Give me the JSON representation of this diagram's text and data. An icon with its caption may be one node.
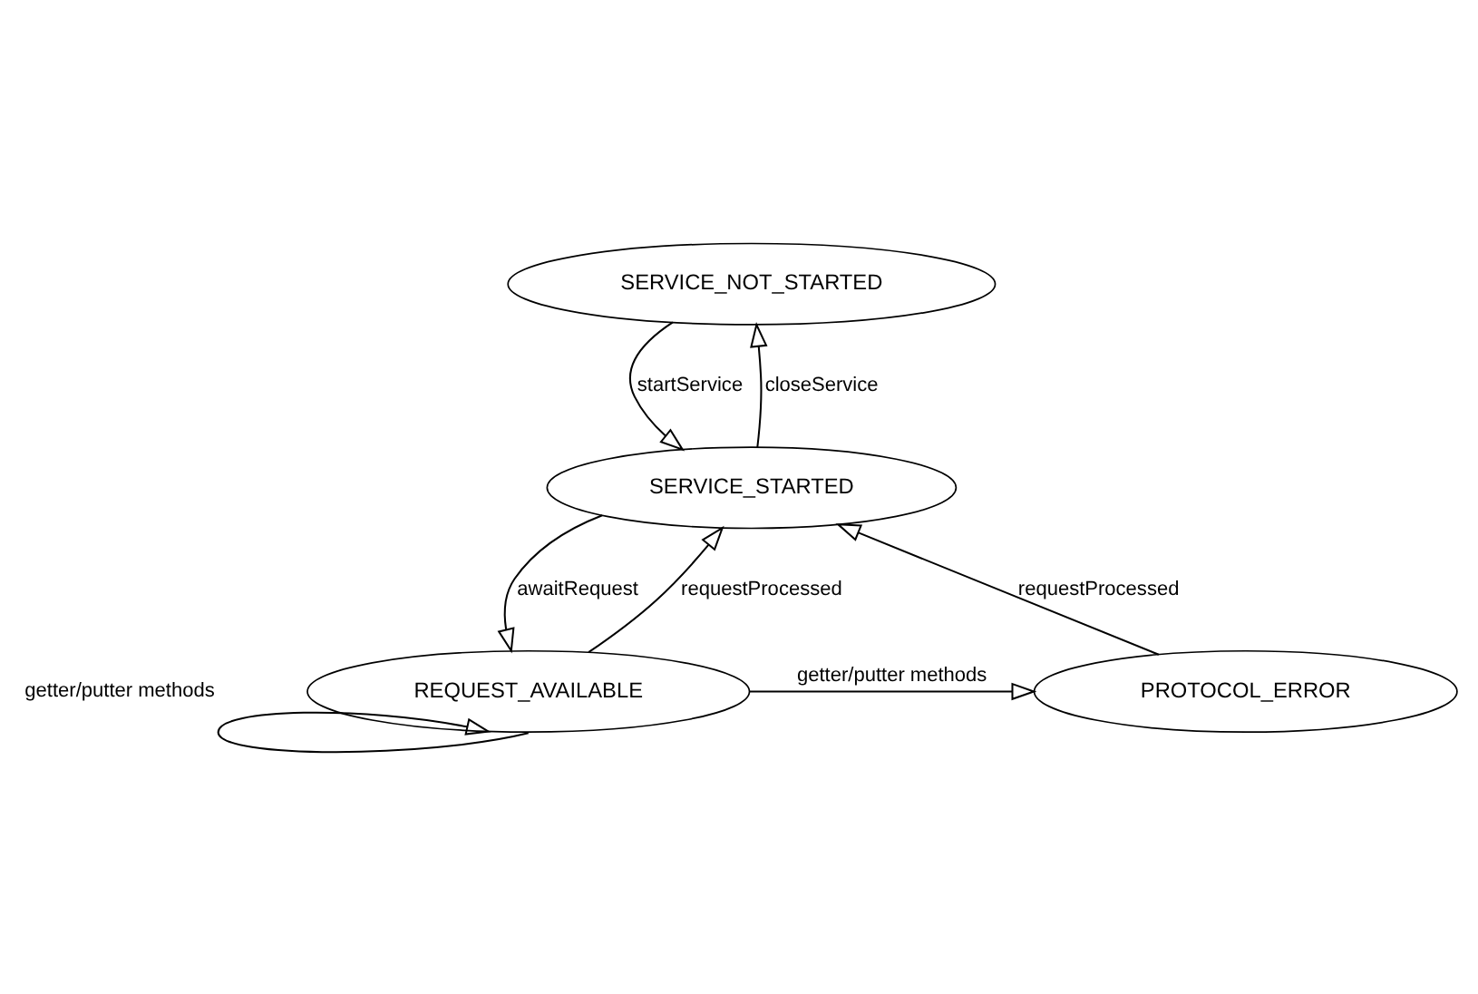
{
  "diagram": {
    "nodes": [
      {
        "text": [
          "SERVICE_NOT_STARTED"
        ]
      },
      {
        "text": [
          "SERVICE_STARTED"
        ]
      },
      {
        "text": [
          "REQUEST_AVAILABLE"
        ]
      },
      {
        "text": [
          "PROTOCOL_ERROR"
        ]
      }
    ],
    "edges": [
      {
        "from": 0,
        "to": 1,
        "arrow": "to",
        "label": "startService"
      },
      {
        "from": 1,
        "to": 0,
        "arrow": "to",
        "label": "closeService"
      },
      {
        "from": 1,
        "to": 2,
        "arrow": "to",
        "label": "awaitRequest"
      },
      {
        "from": 2,
        "to": 1,
        "arrow": "to",
        "label": "requestProcessed"
      },
      {
        "from": 3,
        "to": 1,
        "arrow": "to",
        "label": "requestProcessed"
      },
      {
        "from": 2,
        "to": 3,
        "arrow": "to",
        "label": "getter/putter methods"
      },
      {
        "from": 2,
        "to": 2,
        "arrow": "to",
        "label": "getter/putter methods"
      }
    ]
  }
}
